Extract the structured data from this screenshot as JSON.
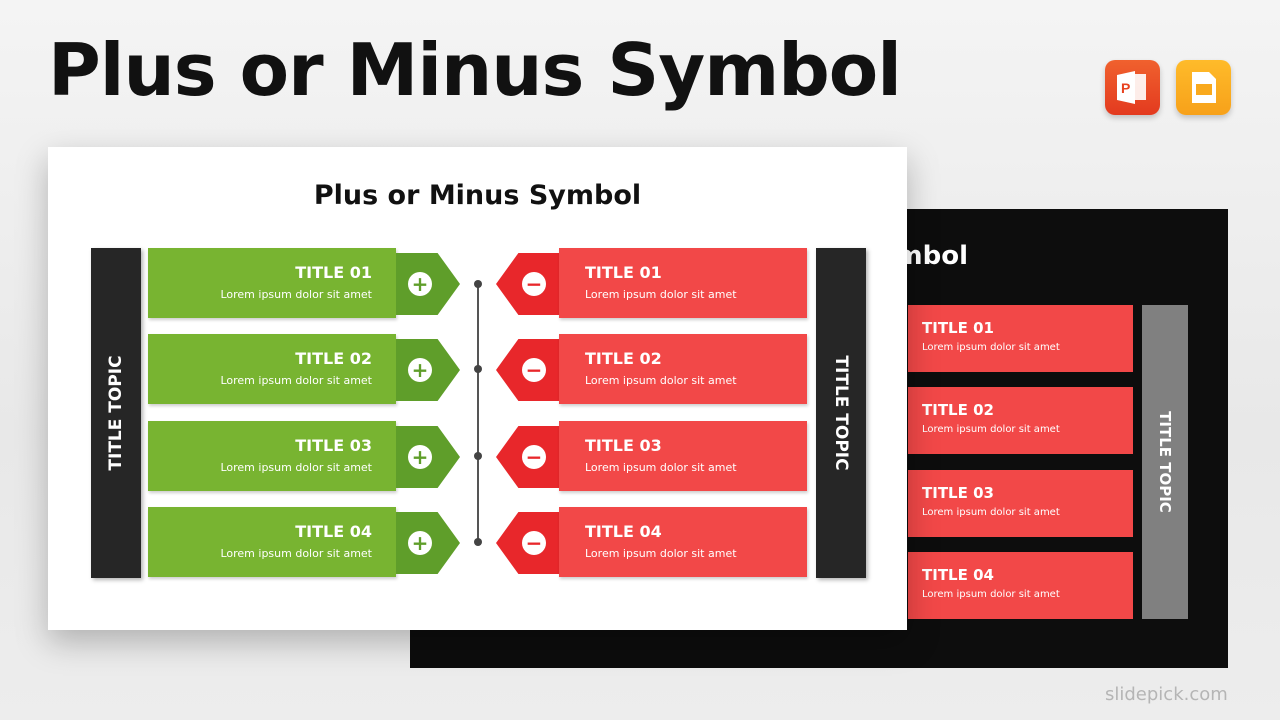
{
  "heading": "Plus or Minus Symbol",
  "icons": [
    {
      "name": "powerpoint-icon",
      "color": "#e8421f",
      "glyph": "P"
    },
    {
      "name": "google-slides-icon",
      "color": "#f9a91d"
    }
  ],
  "slide": {
    "title": "Plus or Minus Symbol",
    "left_topic": "TITLE TOPIC",
    "right_topic": "TITLE TOPIC",
    "plus_symbol": "+",
    "minus_symbol": "−",
    "plus_items": [
      {
        "title": "TITLE 01",
        "text": "Lorem ipsum dolor sit amet"
      },
      {
        "title": "TITLE 02",
        "text": "Lorem ipsum dolor sit amet"
      },
      {
        "title": "TITLE 03",
        "text": "Lorem ipsum dolor sit amet"
      },
      {
        "title": "TITLE 04",
        "text": "Lorem ipsum dolor sit amet"
      }
    ],
    "minus_items": [
      {
        "title": "TITLE 01",
        "text": "Lorem ipsum dolor sit amet"
      },
      {
        "title": "TITLE 02",
        "text": "Lorem ipsum dolor sit amet"
      },
      {
        "title": "TITLE 03",
        "text": "Lorem ipsum dolor sit amet"
      },
      {
        "title": "TITLE 04",
        "text": "Lorem ipsum dolor sit amet"
      }
    ],
    "colors": {
      "green": "#78b431",
      "green_dark": "#5f9e2a",
      "red": "#f24848",
      "red_dark": "#e8272b",
      "bar": "#262626"
    }
  },
  "dark_slide": {
    "title": "Plus or Minus Symbol",
    "topic": "TITLE TOPIC",
    "items": [
      {
        "title": "TITLE 01",
        "text": "Lorem ipsum dolor sit amet"
      },
      {
        "title": "TITLE 02",
        "text": "Lorem ipsum dolor sit amet"
      },
      {
        "title": "TITLE 03",
        "text": "Lorem ipsum dolor sit amet"
      },
      {
        "title": "TITLE 04",
        "text": "Lorem ipsum dolor sit amet"
      }
    ]
  },
  "watermark": "slidepick.com"
}
